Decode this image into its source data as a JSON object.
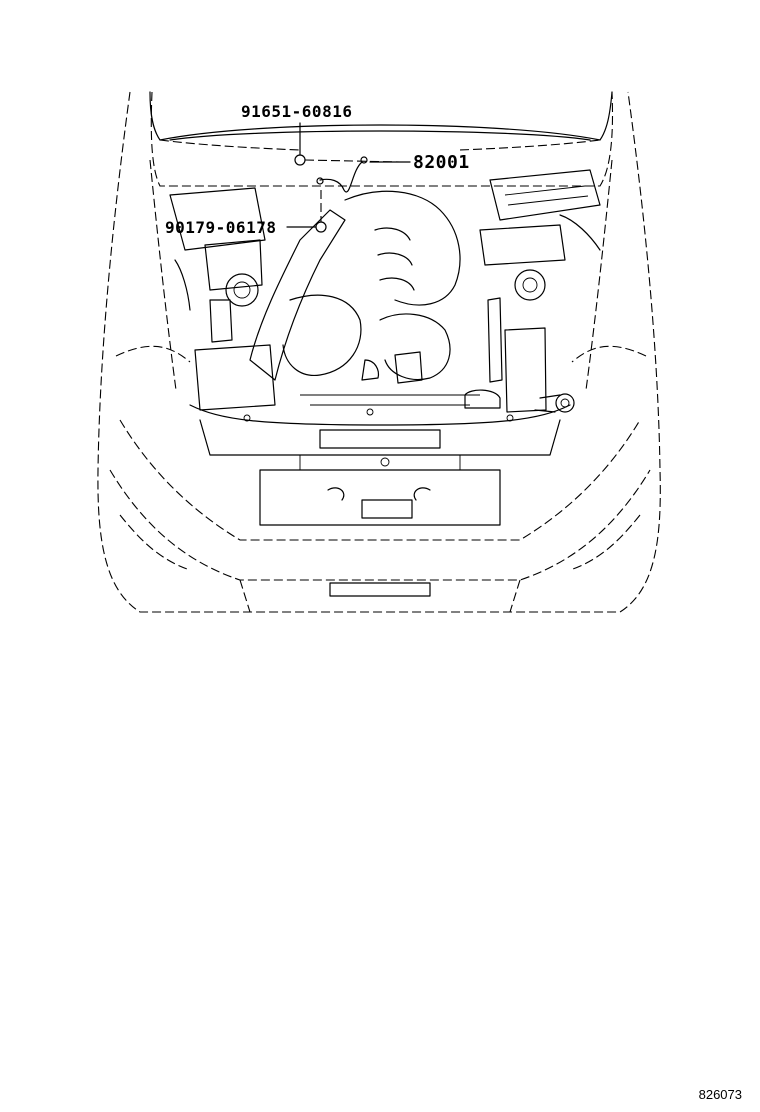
{
  "parts": {
    "callout_top": "91651-60816",
    "callout_left": "90179-06178",
    "callout_right": "82001"
  },
  "figure_number": "826073",
  "colors": {
    "line": "#000000",
    "background": "#ffffff"
  }
}
